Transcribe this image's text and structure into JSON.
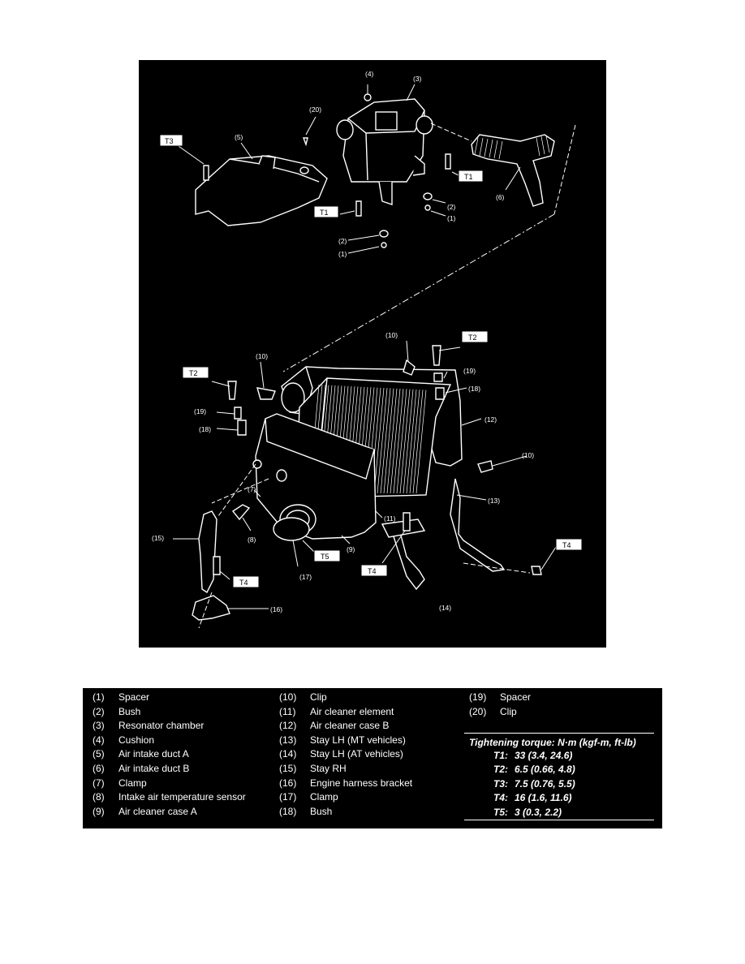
{
  "diagram": {
    "callouts": [
      "(1)",
      "(2)",
      "(3)",
      "(4)",
      "(5)",
      "(6)",
      "(7)",
      "(8)",
      "(9)",
      "(10)",
      "(11)",
      "(12)",
      "(13)",
      "(14)",
      "(15)",
      "(16)",
      "(17)",
      "(18)",
      "(19)",
      "(20)"
    ],
    "torque_tags": [
      "T1",
      "T2",
      "T3",
      "T4",
      "T5"
    ]
  },
  "legend": {
    "col1": [
      {
        "num": "(1)",
        "name": "Spacer"
      },
      {
        "num": "(2)",
        "name": "Bush"
      },
      {
        "num": "(3)",
        "name": "Resonator chamber"
      },
      {
        "num": "(4)",
        "name": "Cushion"
      },
      {
        "num": "(5)",
        "name": "Air intake duct A"
      },
      {
        "num": "(6)",
        "name": "Air intake duct B"
      },
      {
        "num": "(7)",
        "name": "Clamp"
      },
      {
        "num": "(8)",
        "name": "Intake air temperature sensor"
      },
      {
        "num": "(9)",
        "name": "Air cleaner case A"
      }
    ],
    "col2": [
      {
        "num": "(10)",
        "name": "Clip"
      },
      {
        "num": "(11)",
        "name": "Air cleaner element"
      },
      {
        "num": "(12)",
        "name": "Air cleaner case B"
      },
      {
        "num": "(13)",
        "name": "Stay LH (MT vehicles)"
      },
      {
        "num": "(14)",
        "name": "Stay LH (AT vehicles)"
      },
      {
        "num": "(15)",
        "name": "Stay RH"
      },
      {
        "num": "(16)",
        "name": "Engine harness bracket"
      },
      {
        "num": "(17)",
        "name": "Clamp"
      },
      {
        "num": "(18)",
        "name": "Bush"
      }
    ],
    "col3": [
      {
        "num": "(19)",
        "name": "Spacer"
      },
      {
        "num": "(20)",
        "name": "Clip"
      }
    ],
    "torque_title": "Tightening torque: N·m (kgf-m, ft-lb)",
    "torques": [
      {
        "key": "T1:",
        "value": "33 (3.4, 24.6)"
      },
      {
        "key": "T2:",
        "value": "6.5 (0.66, 4.8)"
      },
      {
        "key": "T3:",
        "value": "7.5 (0.76, 5.5)"
      },
      {
        "key": "T4:",
        "value": "16 (1.6, 11.6)"
      },
      {
        "key": "T5:",
        "value": "3 (0.3, 2.2)"
      }
    ]
  }
}
